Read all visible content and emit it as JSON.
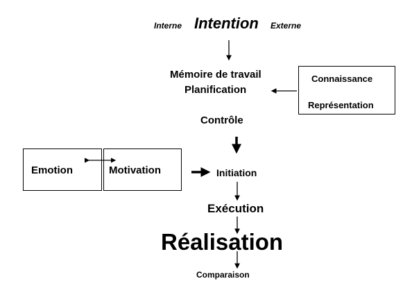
{
  "diagram": {
    "top": {
      "left_label": "Interne",
      "title": "Intention",
      "right_label": "Externe"
    },
    "memory": {
      "line1": "Mémoire de travail",
      "line2": "Planification"
    },
    "knowledge_box": {
      "line1": "Connaissance",
      "line2": "Représentation"
    },
    "control": "Contrôle",
    "emotion_box": "Emotion",
    "motivation_box": "Motivation",
    "initiation": "Initiation",
    "execution": "Exécution",
    "realisation": "Réalisation",
    "comparison": "Comparaison"
  }
}
